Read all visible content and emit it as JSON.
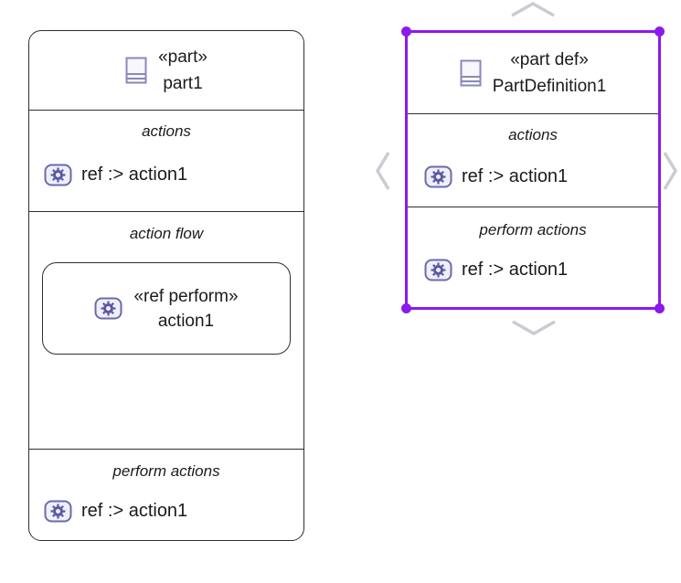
{
  "theme": {
    "canvas_bg": "#ffffff",
    "node_bg": "#ffffff",
    "node_border": "#2f2f2f",
    "text": "#1b1b1b",
    "selection": "#8b1aeb",
    "chevron": "#c9ccd2",
    "icon_border": "#6d6aa8",
    "icon_fill": "#eef0f9",
    "icon_glyph": "#5a58a3",
    "part_icon_border": "#8a88b8",
    "part_icon_fill": "#f7f7fc"
  },
  "nodes": {
    "part1": {
      "stereotype": "«part»",
      "name": "part1",
      "selected": false,
      "compartments": {
        "actions": {
          "label": "actions",
          "item": "ref :> action1"
        },
        "action_flow": {
          "label": "action flow",
          "inner": {
            "stereotype": "«ref perform»",
            "name": "action1"
          }
        },
        "perform_actions": {
          "label": "perform actions",
          "item": "ref :> action1"
        }
      }
    },
    "part_def": {
      "stereotype": "«part def»",
      "name": "PartDefinition1",
      "selected": true,
      "compartments": {
        "actions": {
          "label": "actions",
          "item": "ref :> action1"
        },
        "perform_actions": {
          "label": "perform actions",
          "item": "ref :> action1"
        }
      }
    }
  }
}
